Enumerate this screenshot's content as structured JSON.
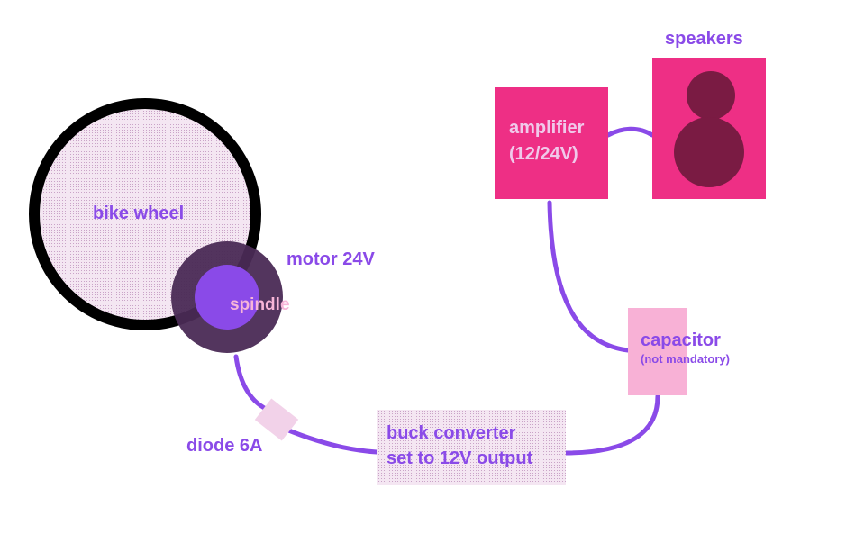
{
  "components": {
    "wheel": {
      "label": "bike wheel"
    },
    "motor": {
      "label": "motor 24V"
    },
    "spindle": {
      "label": "spindle"
    },
    "diode": {
      "label": "diode 6A"
    },
    "buck": {
      "line1": "buck converter",
      "line2": "set to 12V output"
    },
    "capacitor": {
      "label": "capacitor",
      "note": "(not mandatory)"
    },
    "amplifier": {
      "line1": "amplifier",
      "line2": "(12/24V)"
    },
    "speakers": {
      "label": "speakers"
    }
  },
  "colors": {
    "wire": "#8a4ae8",
    "label": "#8a4ae8",
    "wheel_tire": "#000000",
    "wheel_fill": "#ecdcec",
    "motor_body": "#4a2a55",
    "spindle": "#8a4ae8",
    "amplifier": "#ee2f85",
    "speaker_box": "#ee2f85",
    "speaker_cone": "#7a1b43",
    "capacitor": "#f8b1d6",
    "buck_fill": "#ecd7ea",
    "diode_fill": "#f2d2e9"
  }
}
